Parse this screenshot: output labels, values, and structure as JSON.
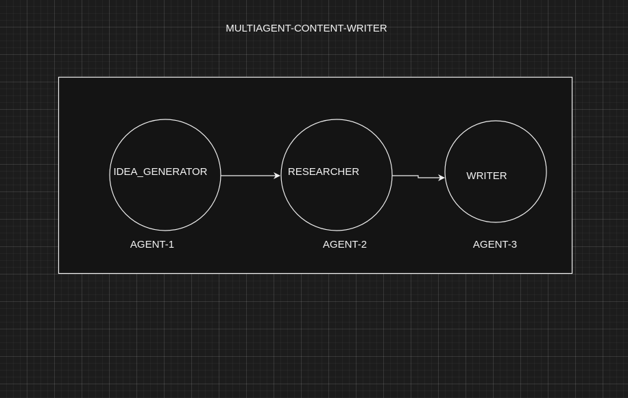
{
  "diagram": {
    "title": "MULTIAGENT-CONTENT-WRITER",
    "colors": {
      "background": "#1c1c1c",
      "stroke": "#f0f0f0",
      "fill": "#141414",
      "text": "#f2f2f2"
    },
    "nodes": [
      {
        "id": "idea-generator",
        "label": "IDEA_GENERATOR",
        "caption": "AGENT-1"
      },
      {
        "id": "researcher",
        "label": "RESEARCHER",
        "caption": "AGENT-2"
      },
      {
        "id": "writer",
        "label": "WRITER",
        "caption": "AGENT-3"
      }
    ],
    "edges": [
      {
        "from": "idea-generator",
        "to": "researcher"
      },
      {
        "from": "researcher",
        "to": "writer"
      }
    ]
  }
}
